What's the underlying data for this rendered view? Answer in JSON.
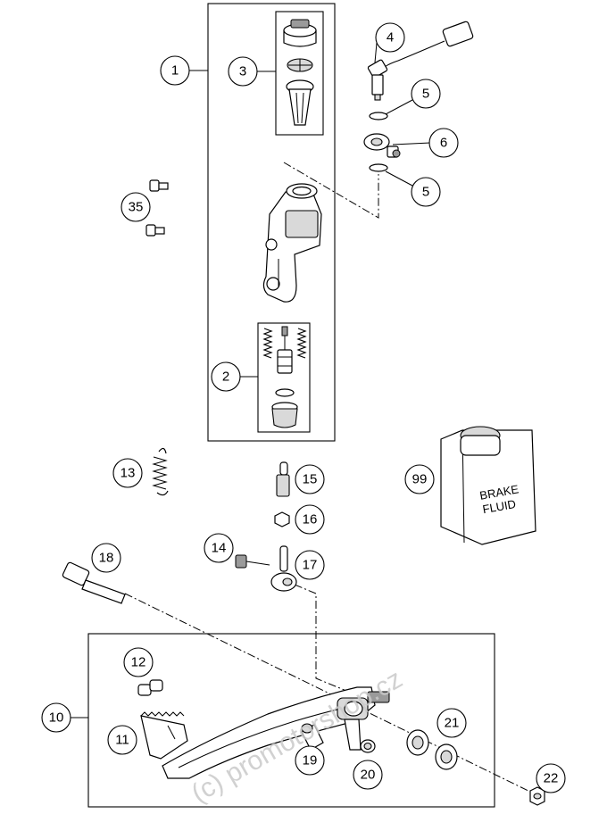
{
  "callouts": [
    "1",
    "2",
    "3",
    "4",
    "5",
    "5",
    "6",
    "35",
    "99",
    "13",
    "15",
    "16",
    "14",
    "17",
    "18",
    "12",
    "10",
    "11",
    "19",
    "20",
    "21",
    "22"
  ],
  "bottle_label": [
    "BRAKE",
    "FLUID"
  ],
  "watermark": "(c) promotorshop.cz"
}
